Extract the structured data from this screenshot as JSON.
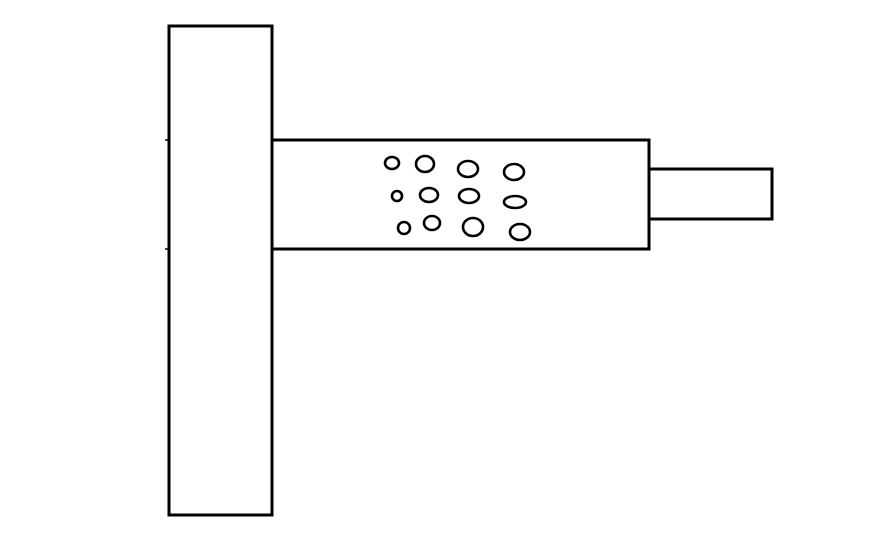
{
  "diagram": {
    "colors": {
      "background": "#ffffff",
      "stroke": "#000000"
    },
    "parts": [
      "vertical-plate",
      "horizontal-arm",
      "arm-end-tab"
    ],
    "hole_count": 12
  }
}
